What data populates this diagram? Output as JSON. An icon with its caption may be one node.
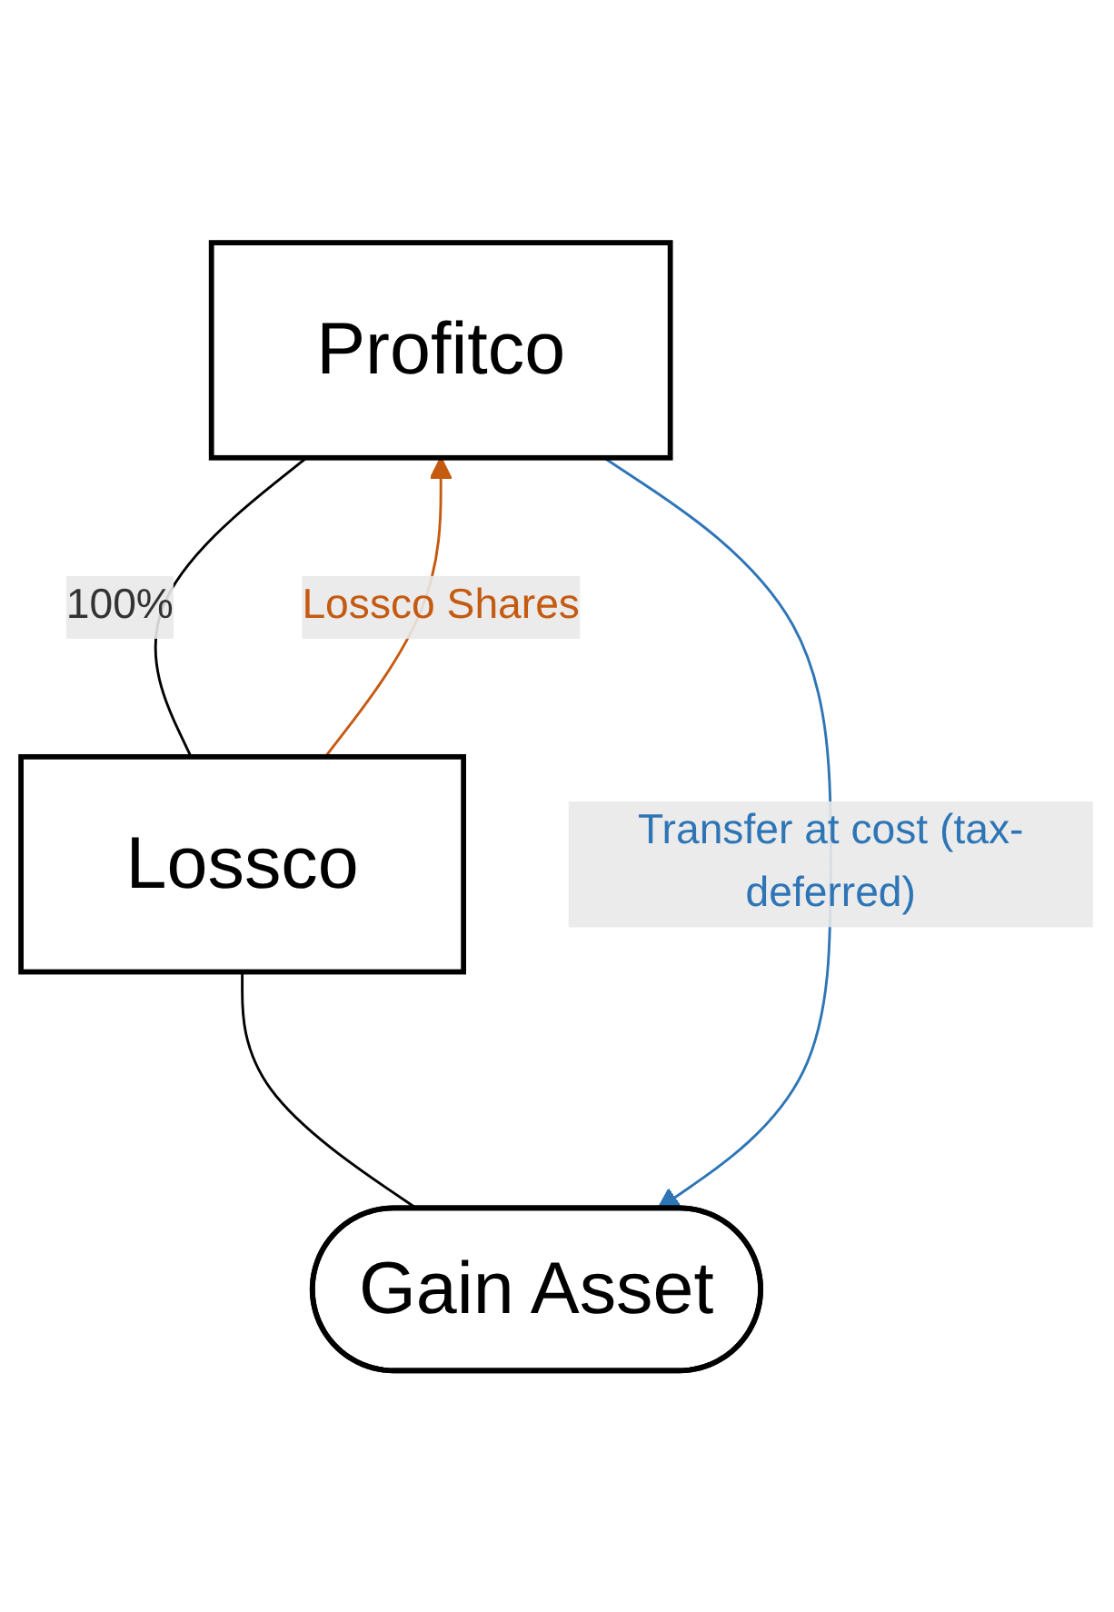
{
  "diagram": {
    "nodes": [
      {
        "text": [
          "Profitco"
        ]
      },
      {
        "text": [
          "Lossco"
        ]
      },
      {
        "text": [
          "Gain Asset"
        ]
      }
    ],
    "edges": [
      {
        "from": 0,
        "to": 1,
        "arrow": "none",
        "label": "100%"
      },
      {
        "from": 1,
        "to": 0,
        "arrow": "to",
        "label": "Lossco Shares",
        "color": "#c55a11"
      },
      {
        "from": 1,
        "to": 2,
        "arrow": "none"
      },
      {
        "from": 0,
        "to": 2,
        "arrow": "to",
        "label": "Transfer at cost (tax-deferred)",
        "color": "#2e75b6"
      }
    ]
  }
}
